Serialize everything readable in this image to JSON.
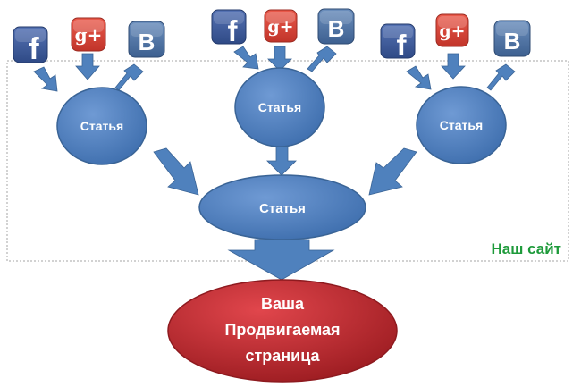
{
  "nodes": {
    "article_label": "Статья",
    "target_lines": [
      "Ваша",
      "Продвигаемая",
      "страница"
    ]
  },
  "site": {
    "label": "Наш сайт"
  },
  "icons": [
    {
      "name": "facebook-icon",
      "glyph": "f",
      "color": "#3b5998"
    },
    {
      "name": "google-plus-icon",
      "glyph": "g+",
      "color": "#dd4b39"
    },
    {
      "name": "vkontakte-icon",
      "glyph": "B",
      "color": "#4a6f9c"
    }
  ],
  "colors": {
    "node_fill": "#4f81bd",
    "node_stroke": "#3a6496",
    "target_fill": "#c0272d",
    "target_stroke": "#8e1a1f",
    "site_label": "#1d9a3a",
    "frame": "#a6a6a6"
  }
}
